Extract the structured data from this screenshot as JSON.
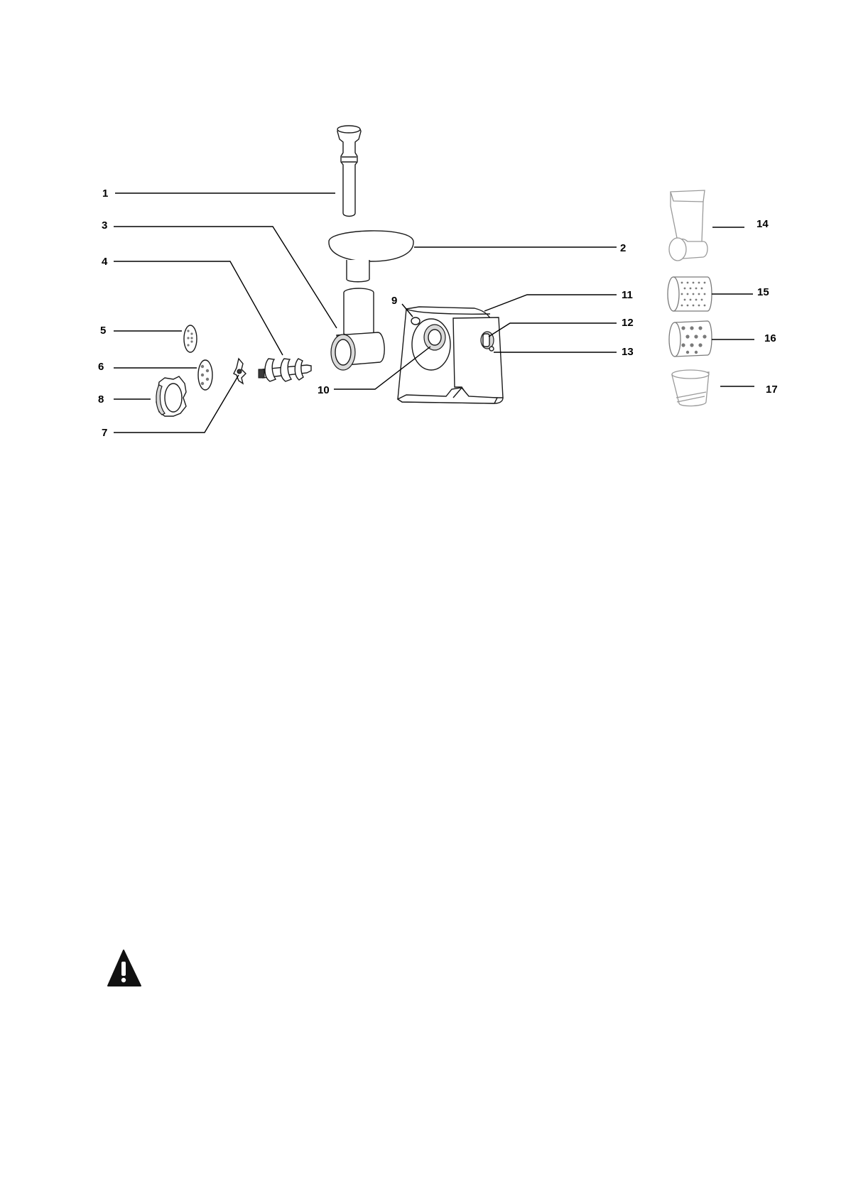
{
  "diagram": {
    "callouts": [
      {
        "id": "1",
        "text": "1"
      },
      {
        "id": "2",
        "text": "2"
      },
      {
        "id": "3",
        "text": "3"
      },
      {
        "id": "4",
        "text": "4"
      },
      {
        "id": "5",
        "text": "5"
      },
      {
        "id": "6",
        "text": "6"
      },
      {
        "id": "7",
        "text": "7"
      },
      {
        "id": "8",
        "text": "8"
      },
      {
        "id": "9",
        "text": "9"
      },
      {
        "id": "10",
        "text": "10"
      },
      {
        "id": "11",
        "text": "11"
      },
      {
        "id": "12",
        "text": "12"
      },
      {
        "id": "13",
        "text": "13"
      },
      {
        "id": "14",
        "text": "14"
      },
      {
        "id": "15",
        "text": "15"
      },
      {
        "id": "16",
        "text": "16"
      },
      {
        "id": "17",
        "text": "17"
      }
    ],
    "parts": [
      "pusher-icon",
      "feeding-tray-icon",
      "grinder-head-icon",
      "auger-icon",
      "fine-cutting-plate-icon",
      "coarse-cutting-plate-icon",
      "cutting-blade-icon",
      "ring-nut-icon",
      "head-release-button-icon",
      "head-socket-icon",
      "motor-unit-icon",
      "on-off-switch-icon",
      "reverse-switch-icon",
      "slicer-housing-icon",
      "fine-grating-drum-icon",
      "coarse-grating-drum-icon",
      "slicing-drum-icon"
    ]
  },
  "warning": {
    "icon": "warning-triangle-icon"
  },
  "colors": {
    "line": "#000000",
    "accessory_line": "#9a9a9a",
    "background": "#ffffff"
  }
}
